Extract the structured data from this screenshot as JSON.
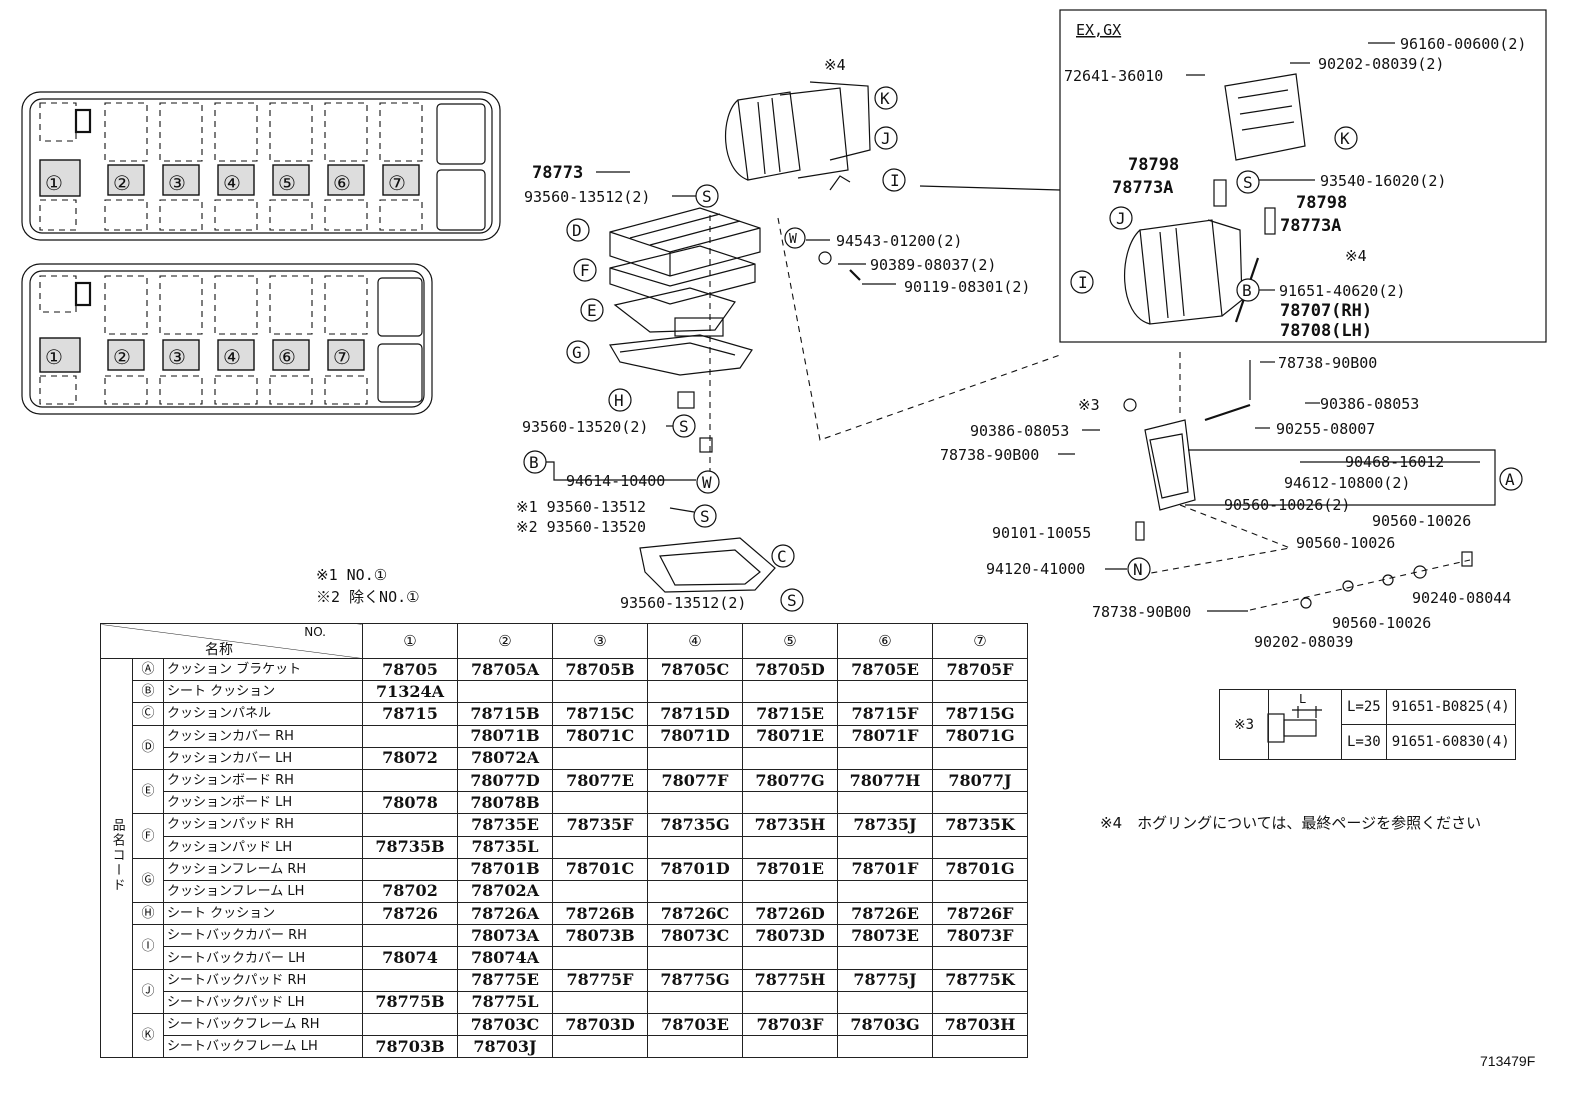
{
  "notes": {
    "n1": "※1 NO.①",
    "n2": "※2 除くNO.①",
    "n4": "※4　ホグリングについては、最終ページを参照ください",
    "inset_title": "EX,GX",
    "figure_id": "713479F"
  },
  "layout_numbers": {
    "top": [
      "①",
      "②",
      "③",
      "④",
      "⑤",
      "⑥",
      "⑦"
    ],
    "bottom": [
      "①",
      "②",
      "③",
      "④",
      "⑥",
      "⑦"
    ]
  },
  "callouts": {
    "c1": "78773",
    "c2": "93560-13512(2)",
    "c3": "※4",
    "c4": "94543-01200(2)",
    "c5": "90389-08037(2)",
    "c6": "90119-08301(2)",
    "c7": "93560-13520(2)",
    "c8": "94614-10400",
    "c9": "※1 93560-13512",
    "c10": "※2 93560-13520",
    "c11": "93560-13512(2)",
    "c12": "96160-00600(2)",
    "c13": "90202-08039(2)",
    "c14": "72641-36010",
    "c15": "78798",
    "c16": "78773A",
    "c17": "93540-16020(2)",
    "c18": "78798",
    "c19": "78773A",
    "c20": "※4",
    "c21": "91651-40620(2)",
    "c22": "78707(RH)",
    "c23": "78708(LH)",
    "c24": "78738-90B00",
    "c25": "※3",
    "c26": "90386-08053",
    "c27": "90386-08053",
    "c28": "90255-08007",
    "c29": "78738-90B00",
    "c30": "90468-16012",
    "c31": "94612-10800(2)",
    "c32": "90560-10026(2)",
    "c33": "90560-10026",
    "c34": "90101-10055",
    "c35": "90560-10026",
    "c36": "94120-41000",
    "c37": "90240-08044",
    "c38": "78738-90B00",
    "c39": "90560-10026",
    "c40": "90202-08039"
  },
  "table": {
    "header_no": "NO.",
    "header_name": "名称",
    "side_label": "品名コード",
    "columns": [
      "①",
      "②",
      "③",
      "④",
      "⑤",
      "⑥",
      "⑦"
    ],
    "groups": [
      {
        "mark": "Ⓐ",
        "rows": [
          {
            "name": "クッション ブラケット",
            "codes": [
              "78705",
              "78705A",
              "78705B",
              "78705C",
              "78705D",
              "78705E",
              "78705F"
            ]
          }
        ]
      },
      {
        "mark": "Ⓑ",
        "rows": [
          {
            "name": "シート クッション",
            "codes": [
              "71324A",
              "",
              "",
              "",
              "",
              "",
              ""
            ]
          }
        ]
      },
      {
        "mark": "Ⓒ",
        "rows": [
          {
            "name": "クッションパネル",
            "codes": [
              "78715",
              "78715B",
              "78715C",
              "78715D",
              "78715E",
              "78715F",
              "78715G"
            ]
          }
        ]
      },
      {
        "mark": "Ⓓ",
        "rows": [
          {
            "name": "クッションカバー RH",
            "codes": [
              "",
              "78071B",
              "78071C",
              "78071D",
              "78071E",
              "78071F",
              "78071G"
            ]
          },
          {
            "name": "クッションカバー LH",
            "codes": [
              "78072",
              "78072A",
              "",
              "",
              "",
              "",
              ""
            ]
          }
        ]
      },
      {
        "mark": "Ⓔ",
        "rows": [
          {
            "name": "クッションボード RH",
            "codes": [
              "",
              "78077D",
              "78077E",
              "78077F",
              "78077G",
              "78077H",
              "78077J"
            ]
          },
          {
            "name": "クッションボード LH",
            "codes": [
              "78078",
              "78078B",
              "",
              "",
              "",
              "",
              ""
            ]
          }
        ]
      },
      {
        "mark": "Ⓕ",
        "rows": [
          {
            "name": "クッションパッド RH",
            "codes": [
              "",
              "78735E",
              "78735F",
              "78735G",
              "78735H",
              "78735J",
              "78735K"
            ]
          },
          {
            "name": "クッションパッド LH",
            "codes": [
              "78735B",
              "78735L",
              "",
              "",
              "",
              "",
              ""
            ]
          }
        ]
      },
      {
        "mark": "Ⓖ",
        "rows": [
          {
            "name": "クッションフレーム RH",
            "codes": [
              "",
              "78701B",
              "78701C",
              "78701D",
              "78701E",
              "78701F",
              "78701G"
            ]
          },
          {
            "name": "クッションフレーム LH",
            "codes": [
              "78702",
              "78702A",
              "",
              "",
              "",
              "",
              ""
            ]
          }
        ]
      },
      {
        "mark": "Ⓗ",
        "rows": [
          {
            "name": "シート クッション",
            "codes": [
              "78726",
              "78726A",
              "78726B",
              "78726C",
              "78726D",
              "78726E",
              "78726F"
            ]
          }
        ]
      },
      {
        "mark": "Ⓘ",
        "rows": [
          {
            "name": "シートバックカバー RH",
            "codes": [
              "",
              "78073A",
              "78073B",
              "78073C",
              "78073D",
              "78073E",
              "78073F"
            ]
          },
          {
            "name": "シートバックカバー LH",
            "codes": [
              "78074",
              "78074A",
              "",
              "",
              "",
              "",
              ""
            ]
          }
        ]
      },
      {
        "mark": "Ⓙ",
        "rows": [
          {
            "name": "シートバックパッド RH",
            "codes": [
              "",
              "78775E",
              "78775F",
              "78775G",
              "78775H",
              "78775J",
              "78775K"
            ]
          },
          {
            "name": "シートバックパッド LH",
            "codes": [
              "78775B",
              "78775L",
              "",
              "",
              "",
              "",
              ""
            ]
          }
        ]
      },
      {
        "mark": "Ⓚ",
        "rows": [
          {
            "name": "シートバックフレーム RH",
            "codes": [
              "",
              "78703C",
              "78703D",
              "78703E",
              "78703F",
              "78703G",
              "78703H"
            ]
          },
          {
            "name": "シートバックフレーム LH",
            "codes": [
              "78703B",
              "78703J",
              "",
              "",
              "",
              "",
              ""
            ]
          }
        ]
      }
    ]
  },
  "bolt_table": {
    "mark": "※3",
    "dim": "L",
    "rows": [
      {
        "length": "L=25",
        "part": "91651-B0825(4)"
      },
      {
        "length": "L=30",
        "part": "91651-60830(4)"
      }
    ]
  }
}
